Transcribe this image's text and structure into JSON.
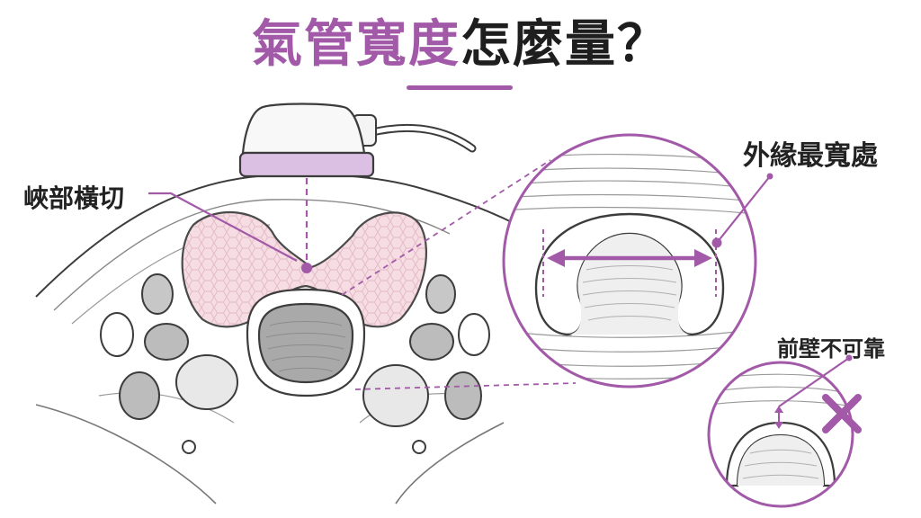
{
  "title": {
    "highlight": "氣管寬度",
    "rest": "怎麼量？"
  },
  "labels": {
    "isthmus": "峽部橫切",
    "outer_edge": "外緣最寬處",
    "anterior_wall": "前壁不可靠"
  },
  "colors": {
    "accent": "#a25aa8",
    "accent_light": "#d7b3da",
    "probe_band": "#dcc0e4",
    "thyroid_fill": "#f6dde3",
    "thyroid_stroke": "#4a4a4a",
    "trachea_fill": "#a9a9a9",
    "outline": "#3c3c3c"
  },
  "icons": {
    "wrong_mark": "x-mark"
  }
}
